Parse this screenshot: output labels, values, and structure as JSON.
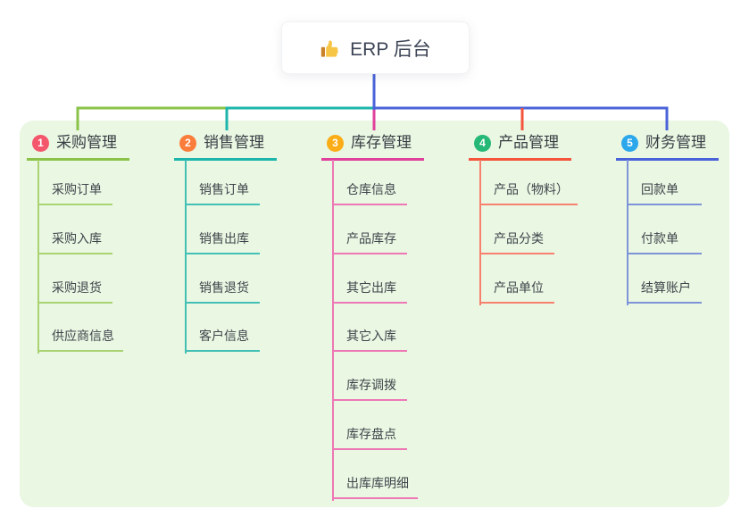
{
  "root": {
    "title": "ERP 后台",
    "icon": "thumbs-up-icon"
  },
  "panel": {
    "background": "#eaf7e3"
  },
  "connector_color": "#4b63d8",
  "branches": [
    {
      "badge": "1",
      "label": "采购管理",
      "badge_color": "#f4566c",
      "line_color": "#8bc34a",
      "child_line_color": "#a9d373",
      "children": [
        "采购订单",
        "采购入库",
        "采购退货",
        "供应商信息"
      ]
    },
    {
      "badge": "2",
      "label": "销售管理",
      "badge_color": "#fb7d3b",
      "line_color": "#1eb6ab",
      "child_line_color": "#43c0b5",
      "children": [
        "销售订单",
        "销售出库",
        "销售退货",
        "客户信息"
      ]
    },
    {
      "badge": "3",
      "label": "库存管理",
      "badge_color": "#fbad18",
      "line_color": "#e0419c",
      "child_line_color": "#ee77b5",
      "children": [
        "仓库信息",
        "产品库存",
        "其它出库",
        "其它入库",
        "库存调拨",
        "库存盘点",
        "出库库明细"
      ]
    },
    {
      "badge": "4",
      "label": "产品管理",
      "badge_color": "#25b877",
      "line_color": "#f4553c",
      "child_line_color": "#f7806f",
      "children": [
        "产品（物料）",
        "产品分类",
        "产品单位"
      ]
    },
    {
      "badge": "5",
      "label": "财务管理",
      "badge_color": "#2ba7ec",
      "line_color": "#4b63d8",
      "child_line_color": "#7e93d8",
      "children": [
        "回款单",
        "付款单",
        "结算账户"
      ]
    }
  ]
}
